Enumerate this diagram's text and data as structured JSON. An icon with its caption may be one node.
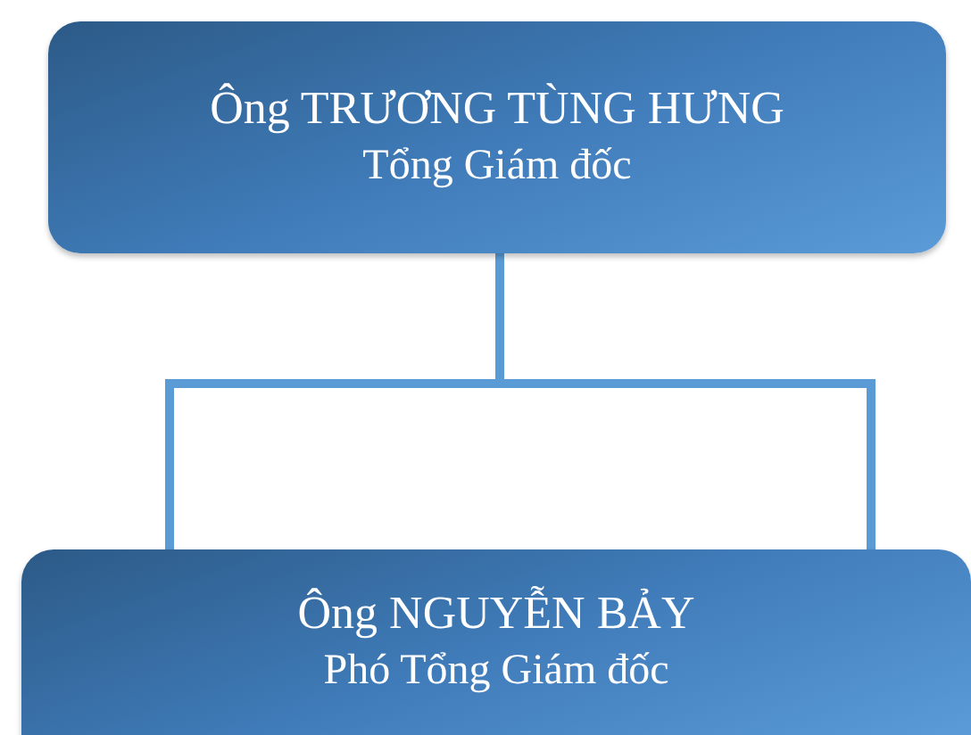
{
  "diagram": {
    "nodes": [
      {
        "text": [
          "Ông TRƯƠNG TÙNG HƯNG",
          "Tổng Giám đốc"
        ]
      },
      {
        "text": [
          "Ông NGUYỄN BẢY",
          "Phó Tổng Giám đốc"
        ]
      }
    ],
    "edges": [
      {
        "from": 0,
        "to": 1,
        "arrow": "none"
      },
      {
        "from": 0,
        "to": 1,
        "arrow": "none"
      }
    ]
  }
}
